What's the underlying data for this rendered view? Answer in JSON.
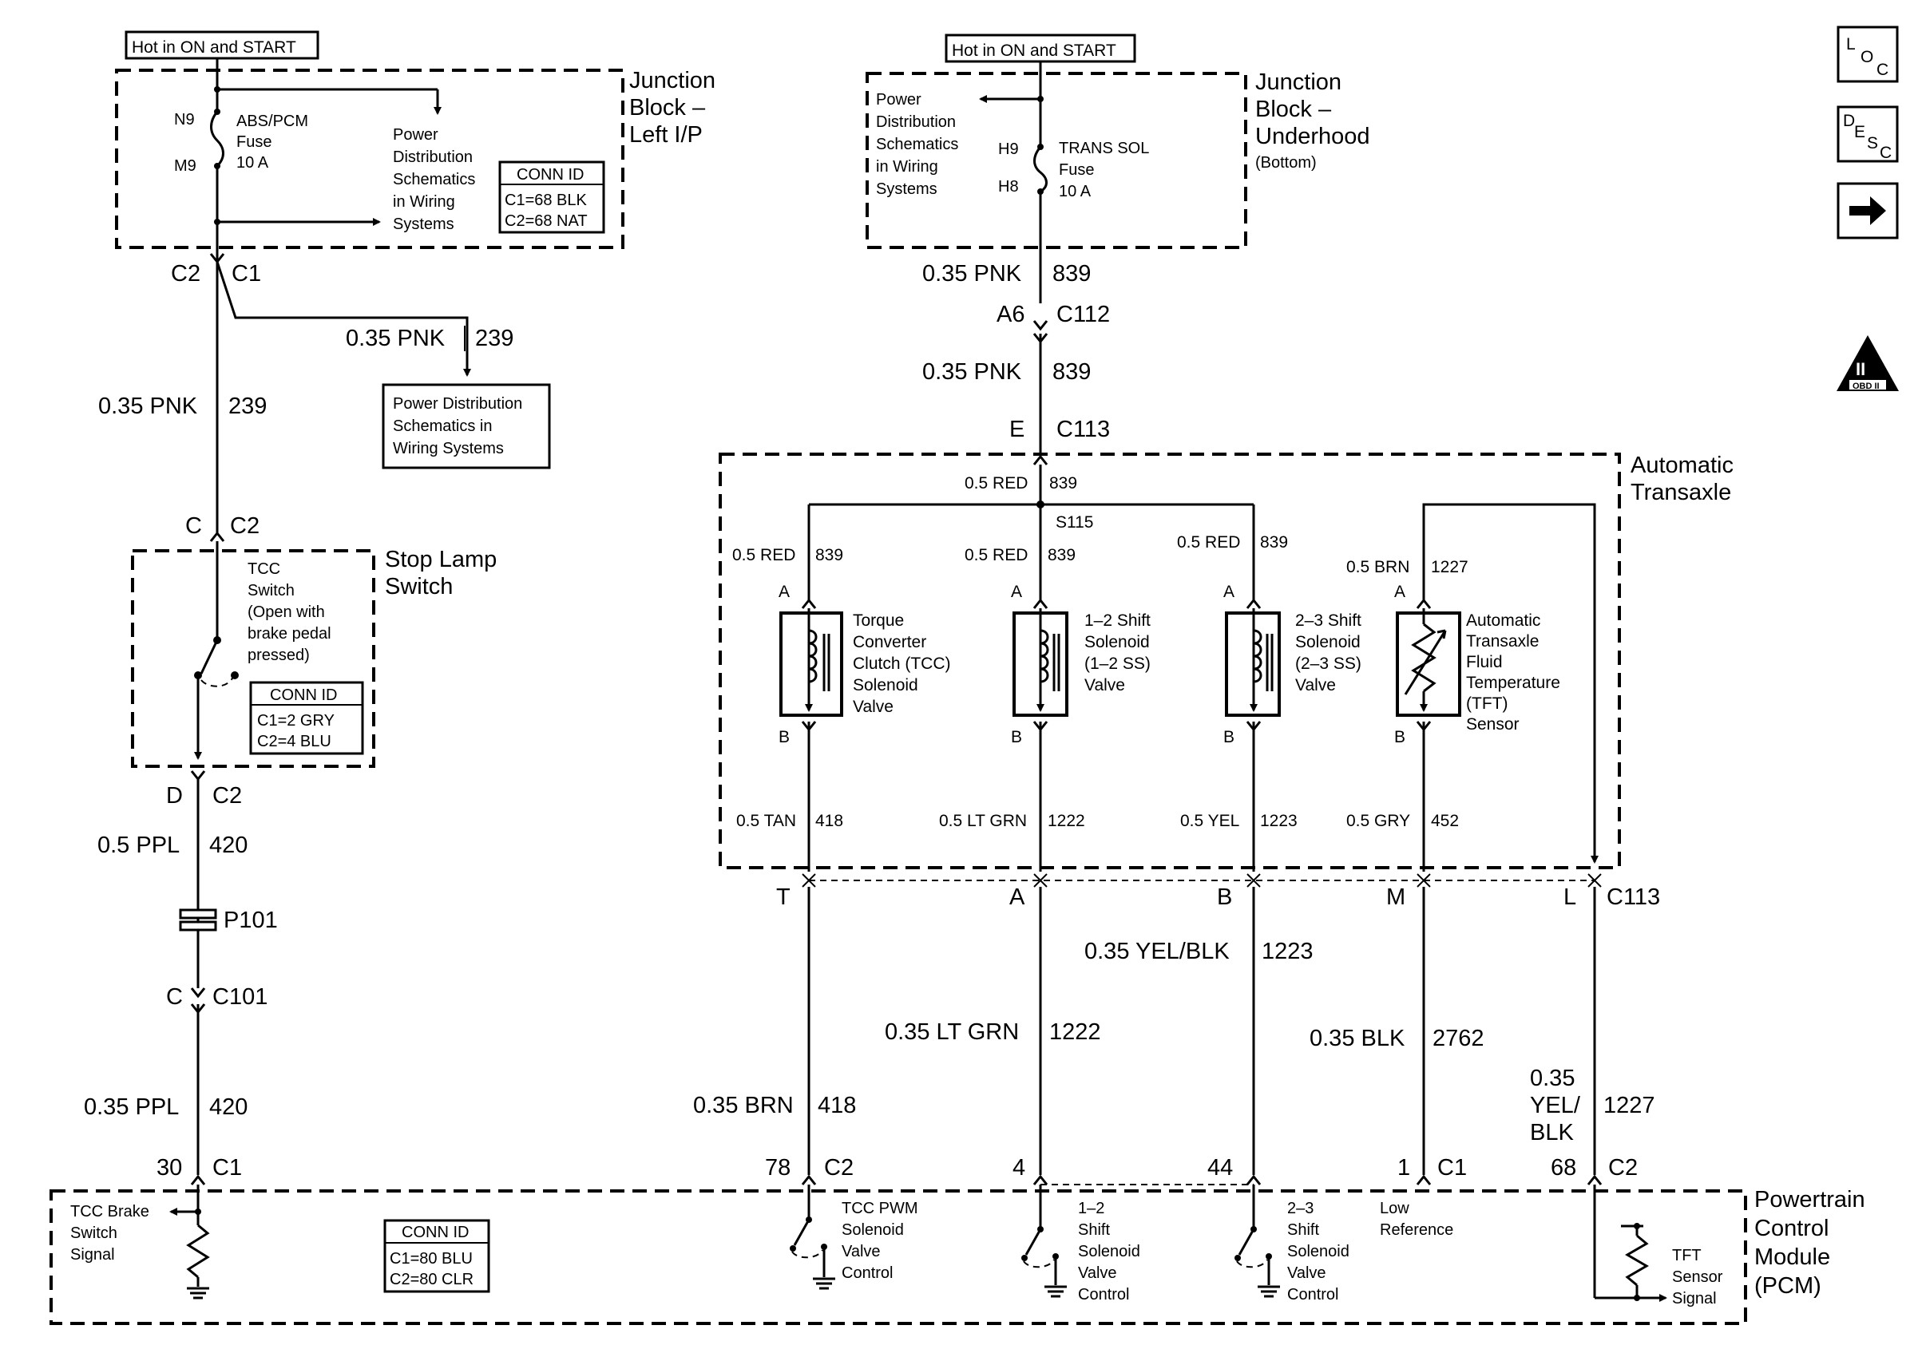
{
  "header": {
    "hot_left": "Hot in ON and START",
    "hot_right": "Hot in ON and START"
  },
  "junction_left": {
    "title_line1": "Junction",
    "title_line2": "Block –",
    "title_line3": "Left I/P",
    "pin_top": "N9",
    "pin_bottom": "M9",
    "fuse_line1": "ABS/PCM",
    "fuse_line2": "Fuse",
    "fuse_line3": "10 A",
    "pd_line1": "Power",
    "pd_line2": "Distribution",
    "pd_line3": "Schematics",
    "pd_line4": "in Wiring",
    "pd_line5": "Systems",
    "conn_title": "CONN ID",
    "conn_c1": "C1=68 BLK",
    "conn_c2": "C2=68 NAT",
    "conn_left": "C2",
    "conn_right": "C1"
  },
  "branch_239": {
    "gauge": "0.35 PNK",
    "circuit": "239",
    "box_line1": "Power Distribution",
    "box_line2": "Schematics in",
    "box_line3": "Wiring Systems",
    "main_gauge": "0.35 PNK",
    "main_circuit": "239"
  },
  "stop_lamp": {
    "conn_top_pin": "C",
    "conn_top_id": "C2",
    "title_line1": "Stop Lamp",
    "title_line2": "Switch",
    "desc_line1": "TCC",
    "desc_line2": "Switch",
    "desc_line3": "(Open with",
    "desc_line4": "brake pedal",
    "desc_line5": "pressed)",
    "conn_title": "CONN ID",
    "conn_c1": "C1=2 GRY",
    "conn_c2": "C2=4 BLU",
    "conn_bot_pin": "D",
    "conn_bot_id": "C2"
  },
  "left_lower": {
    "gauge1": "0.5 PPL",
    "circuit1": "420",
    "splice": "P101",
    "conn_pin": "C",
    "conn_id": "C101",
    "gauge2": "0.35 PPL",
    "circuit2": "420",
    "pcm_pin": "30",
    "pcm_conn": "C1"
  },
  "junction_right": {
    "title_line1": "Junction",
    "title_line2": "Block –",
    "title_line3": "Underhood",
    "title_line4": "(Bottom)",
    "pd_line1": "Power",
    "pd_line2": "Distribution",
    "pd_line3": "Schematics",
    "pd_line4": "in Wiring",
    "pd_line5": "Systems",
    "pin_top": "H9",
    "pin_bottom": "H8",
    "fuse_line1": "TRANS SOL",
    "fuse_line2": "Fuse",
    "fuse_line3": "10 A",
    "gauge1": "0.35 PNK",
    "circuit1": "839",
    "c112_pin": "A6",
    "c112_id": "C112",
    "gauge2": "0.35 PNK",
    "circuit2": "839",
    "c113_pin": "E",
    "c113_id": "C113"
  },
  "transaxle": {
    "title_line1": "Automatic",
    "title_line2": "Transaxle",
    "top_gauge": "0.5 RED",
    "top_circuit": "839",
    "splice": "S115",
    "tcc": {
      "gauge_top": "0.5 RED",
      "circuit_top": "839",
      "pin_a": "A",
      "pin_b": "B",
      "l1": "Torque",
      "l2": "Converter",
      "l3": "Clutch (TCC)",
      "l4": "Solenoid",
      "l5": "Valve",
      "gauge_bot": "0.5 TAN",
      "circuit_bot": "418"
    },
    "ss12": {
      "gauge_top": "0.5 RED",
      "circuit_top": "839",
      "pin_a": "A",
      "pin_b": "B",
      "l1": "1–2 Shift",
      "l2": "Solenoid",
      "l3": "(1–2 SS)",
      "l4": "Valve",
      "gauge_bot": "0.5 LT GRN",
      "circuit_bot": "1222"
    },
    "ss23": {
      "gauge_top": "0.5 RED",
      "circuit_top": "839",
      "pin_a": "A",
      "pin_b": "B",
      "l1": "2–3 Shift",
      "l2": "Solenoid",
      "l3": "(2–3 SS)",
      "l4": "Valve",
      "gauge_bot": "0.5 YEL",
      "circuit_bot": "1223"
    },
    "tft": {
      "gauge_top": "0.5 BRN",
      "circuit_top": "1227",
      "pin_a": "A",
      "pin_b": "B",
      "l1": "Automatic",
      "l2": "Transaxle",
      "l3": "Fluid",
      "l4": "Temperature",
      "l5": "(TFT)",
      "l6": "Sensor",
      "gauge_bot": "0.5 GRY",
      "circuit_bot": "452"
    }
  },
  "c113_pins": {
    "t": "T",
    "a": "A",
    "b": "B",
    "m": "M",
    "l": "L",
    "id": "C113"
  },
  "pcm_wires": {
    "w1_gauge": "0.35 BRN",
    "w1_circuit": "418",
    "w2_gauge": "0.35 LT GRN",
    "w2_circuit": "1222",
    "w3_gauge": "0.35 YEL/BLK",
    "w3_circuit": "1223",
    "w4_gauge": "0.35 BLK",
    "w4_circuit": "2762",
    "w5_gauge1": "0.35",
    "w5_gauge2": "YEL/",
    "w5_gauge3": "BLK",
    "w5_circuit": "1227"
  },
  "pcm_pins": {
    "p78": "78",
    "c2a": "C2",
    "p4": "4",
    "p44": "44",
    "p1": "1",
    "c1": "C1",
    "p68": "68",
    "c2b": "C2"
  },
  "pcm": {
    "title_line1": "Powertrain",
    "title_line2": "Control",
    "title_line3": "Module",
    "title_line4": "(PCM)",
    "tcc_brake_l1": "TCC Brake",
    "tcc_brake_l2": "Switch",
    "tcc_brake_l3": "Signal",
    "conn_title": "CONN ID",
    "conn_c1": "C1=80 BLU",
    "conn_c2": "C2=80 CLR",
    "tccpwm_l1": "TCC PWM",
    "tccpwm_l2": "Solenoid",
    "tccpwm_l3": "Valve",
    "tccpwm_l4": "Control",
    "ss12_l1": "1–2",
    "ss12_l2": "Shift",
    "ss12_l3": "Solenoid",
    "ss12_l4": "Valve",
    "ss12_l5": "Control",
    "ss23_l1": "2–3",
    "ss23_l2": "Shift",
    "ss23_l3": "Solenoid",
    "ss23_l4": "Valve",
    "ss23_l5": "Control",
    "lowref_l1": "Low",
    "lowref_l2": "Reference",
    "tft_l1": "TFT",
    "tft_l2": "Sensor",
    "tft_l3": "Signal"
  },
  "side_icons": {
    "loc_l": "L",
    "loc_o": "O",
    "loc_c": "C",
    "desc_d": "D",
    "desc_e": "E",
    "desc_s": "S",
    "desc_c": "C",
    "obd_numeral": "II",
    "obd_text": "OBD II"
  }
}
